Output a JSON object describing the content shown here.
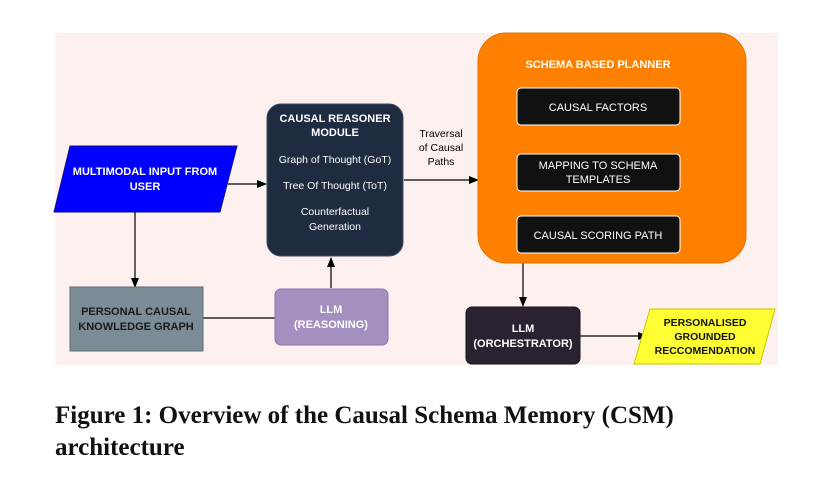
{
  "nodes": {
    "multimodal_input": {
      "line1": "MULTIMODAL INPUT FROM",
      "line2": "USER"
    },
    "causal_reasoner": {
      "title_line1": "CAUSAL REASONER",
      "title_line2": "MODULE",
      "item1": "Graph of Thought (GoT)",
      "item2": "Tree Of Thought (ToT)",
      "item3_line1": "Counterfactual",
      "item3_line2": "Generation"
    },
    "schema_planner": {
      "title": "SCHEMA BASED PLANNER",
      "box1": "CAUSAL FACTORS",
      "box2_line1": "MAPPING TO SCHEMA",
      "box2_line2": "TEMPLATES",
      "box3": "CAUSAL SCORING PATH"
    },
    "personal_graph": {
      "line1": "PERSONAL CAUSAL",
      "line2": "KNOWLEDGE GRAPH"
    },
    "llm_reasoning": {
      "line1": "LLM",
      "line2": "(REASONING)"
    },
    "llm_orchestrator": {
      "line1": "LLM",
      "line2": "(ORCHESTRATOR)"
    },
    "output": {
      "line1": "PERSONALISED",
      "line2": "GROUNDED",
      "line3": "RECCOMENDATION"
    }
  },
  "edge_labels": {
    "traversal_line1": "Traversal",
    "traversal_line2": "of Causal",
    "traversal_line3": "Paths"
  },
  "caption": "Figure 1: Overview of the Causal Schema Memory (CSM) architecture",
  "colors": {
    "background": "#fdf1ef",
    "input_blue": "#0000ff",
    "reasoner_navy": "#1e2b40",
    "planner_orange": "#ff8000",
    "inner_dark": "#111111",
    "graph_gray": "#7b8c97",
    "llm_purple": "#a38fc0",
    "orchestrator_dark": "#2b2231",
    "output_yellow": "#ffff33"
  }
}
